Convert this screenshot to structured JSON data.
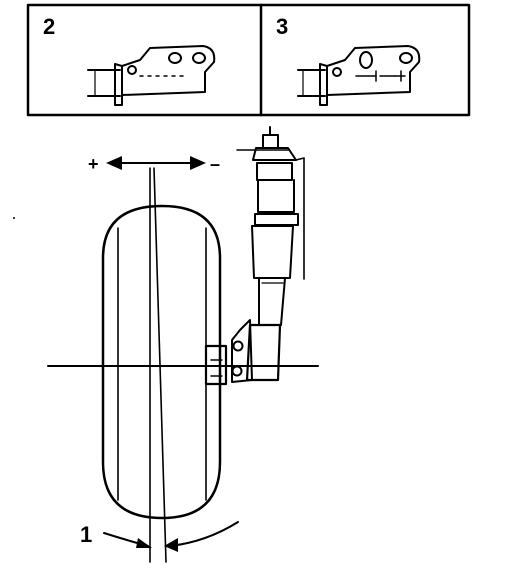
{
  "panels": [
    {
      "number": "2"
    },
    {
      "number": "3"
    }
  ],
  "callouts": {
    "camber_angle": "1"
  },
  "direction_signs": {
    "plus": "+",
    "minus": "–"
  }
}
